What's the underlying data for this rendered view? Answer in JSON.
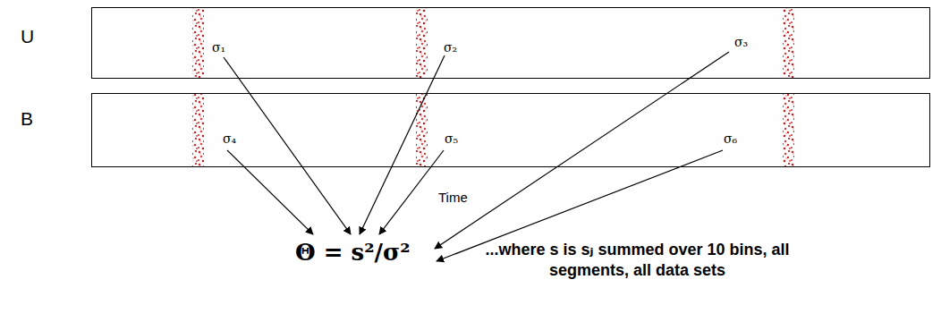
{
  "diagram": {
    "nodes": [
      {
        "text": [
          "U",
          "σ₁",
          "σ₂",
          "σ₃"
        ]
      },
      {
        "text": [
          "B",
          "σ₄",
          "σ₅",
          "σ₆"
        ]
      }
    ],
    "labels": [
      "Time",
      "Θ = s²/σ²",
      "...where s is sⱼ summed over 10 bins, all segments, all data sets"
    ]
  }
}
